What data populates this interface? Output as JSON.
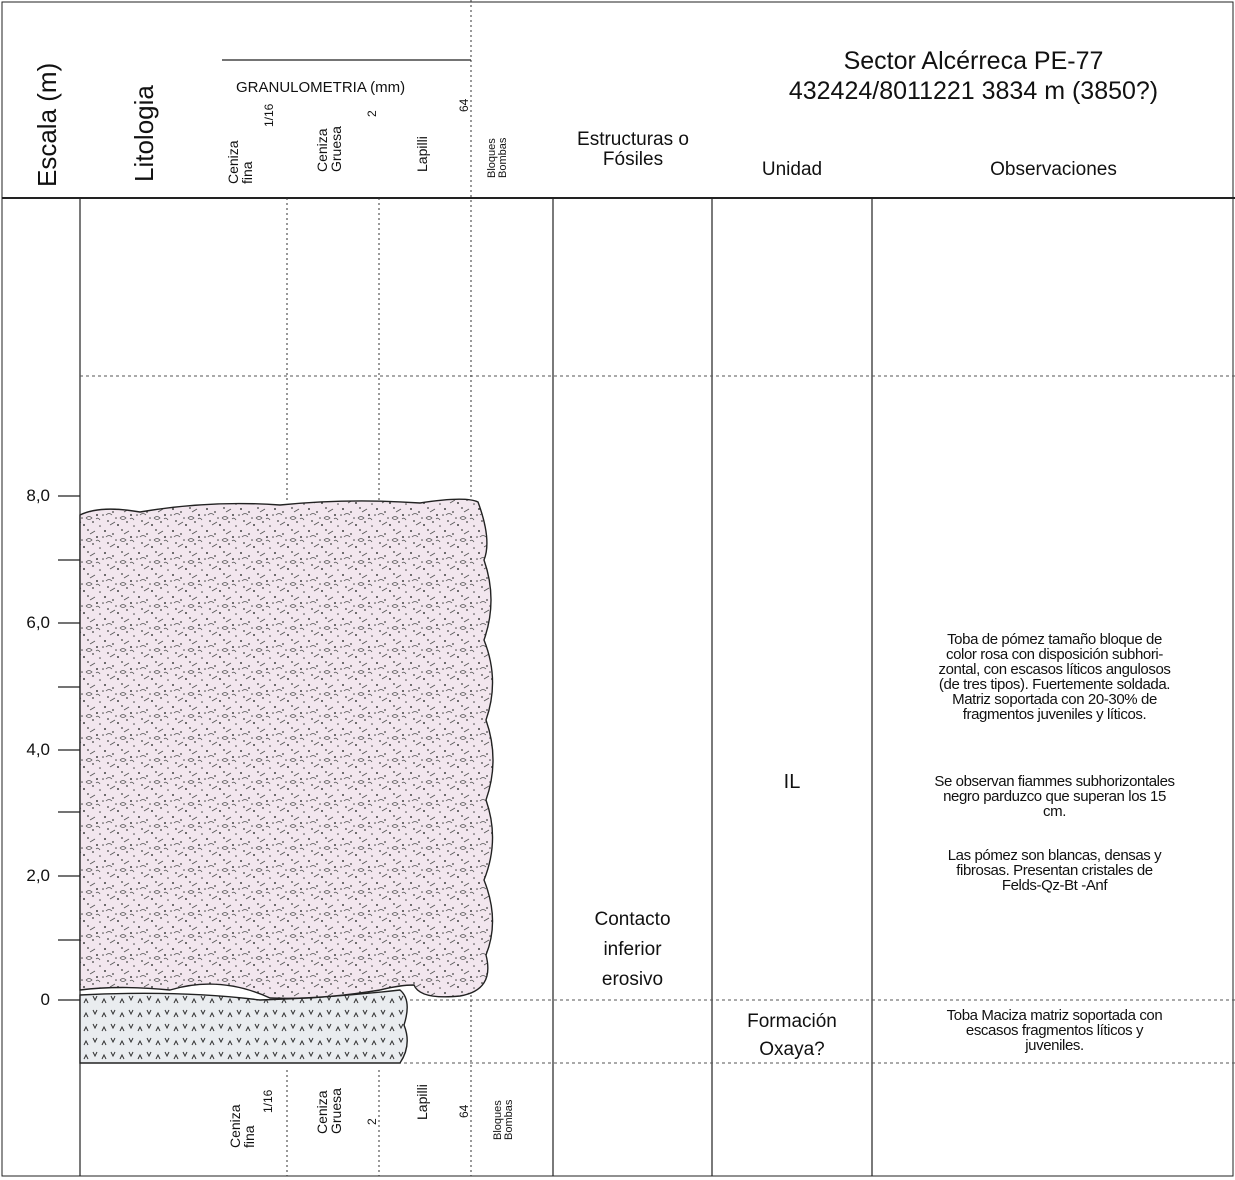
{
  "header": {
    "scale_label": "Escala (m)",
    "lithology_label": "Litologia",
    "grain_title": "GRANULOMETRIA (mm)",
    "structures_label": [
      "Estructuras o",
      "Fósiles"
    ],
    "unit_label": "Unidad",
    "observations_label": "Observaciones",
    "title_line1": "Sector Alcérreca PE-77",
    "title_line2": "432424/8011221 3834 m (3850?)"
  },
  "grain_columns": {
    "ceniza_fina": [
      "Ceniza",
      "fina"
    ],
    "ceniza_gruesa": [
      "Ceniza",
      "Gruesa"
    ],
    "lapilli": "Lapilli",
    "bloques_bombas": [
      "Bloques",
      "Bombas"
    ],
    "limit_1": "1/16",
    "limit_2": "2",
    "limit_3": "64"
  },
  "scale": {
    "ticks": [
      "8,0",
      "6,0",
      "4,0",
      "2,0",
      "0"
    ]
  },
  "units": [
    {
      "name": "IL",
      "structure": [
        "Contacto",
        "inferior",
        "erosivo"
      ],
      "lithology_fill": "#f2e6ee",
      "observations": [
        [
          "Toba de pómez tamaño bloque de",
          "color rosa con disposición subhori-",
          "zontal, con escasos líticos angulosos",
          "(de tres tipos). Fuertemente soldada.",
          "Matriz soportada con 20-30% de",
          "fragmentos juveniles y líticos."
        ],
        [
          "Se observan fiammes subhorizontales",
          "negro parduzco que superan los 15",
          "cm."
        ],
        [
          "Las pómez son blancas, densas y",
          "fibrosas. Presentan cristales de",
          "Felds-Qz-Bt -Anf"
        ]
      ]
    },
    {
      "name": [
        "Formación",
        "Oxaya?"
      ],
      "lithology_fill": "#e9ecef",
      "observations": [
        [
          "Toba Maciza matriz soportada con",
          "escasos fragmentos líticos y",
          "juveniles."
        ]
      ]
    }
  ]
}
